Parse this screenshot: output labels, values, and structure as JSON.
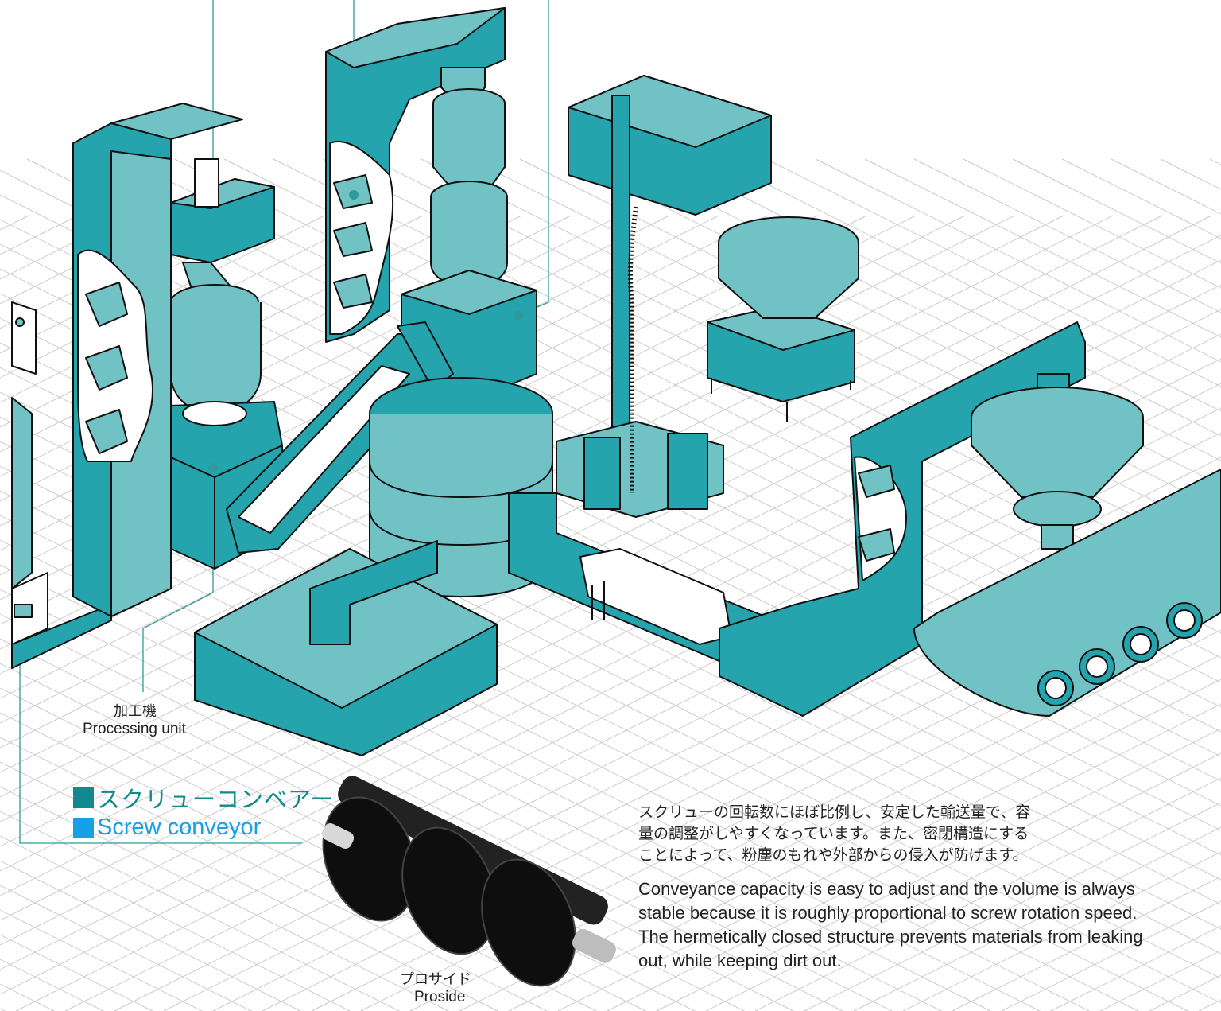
{
  "colors": {
    "teal_dark": "#25a4ad",
    "teal_light": "#70c2c5",
    "teal_mid": "#4eb3b8",
    "outline": "#111111",
    "grid": "#c8c8c8",
    "leader": "#2e9a9c",
    "title_jp": "#108a8e",
    "title_en": "#18a0e6"
  },
  "callouts": {
    "processing_jp": "加工機",
    "processing_en": "Processing unit",
    "proside_jp": "プロサイド",
    "proside_en": "Proside"
  },
  "title": {
    "jp": "スクリューコンベアー",
    "en": "Screw conveyor"
  },
  "description": {
    "jp": "スクリューの回転数にほぼ比例し、安定した輸送量で、容\n量の調整がしやすくなっています。また、密閉構造にする\nことによって、粉塵のもれや外部からの侵入が防げます。",
    "en": "Conveyance capacity is easy to adjust and the volume is always\nstable because it is roughly proportional to screw rotation speed.\nThe hermetically closed structure prevents materials from leaking\nout, while keeping dirt out."
  },
  "icons": {
    "title_square_jp": "square-icon",
    "title_square_en": "square-icon",
    "screw_photo": "screw-auger-icon"
  }
}
